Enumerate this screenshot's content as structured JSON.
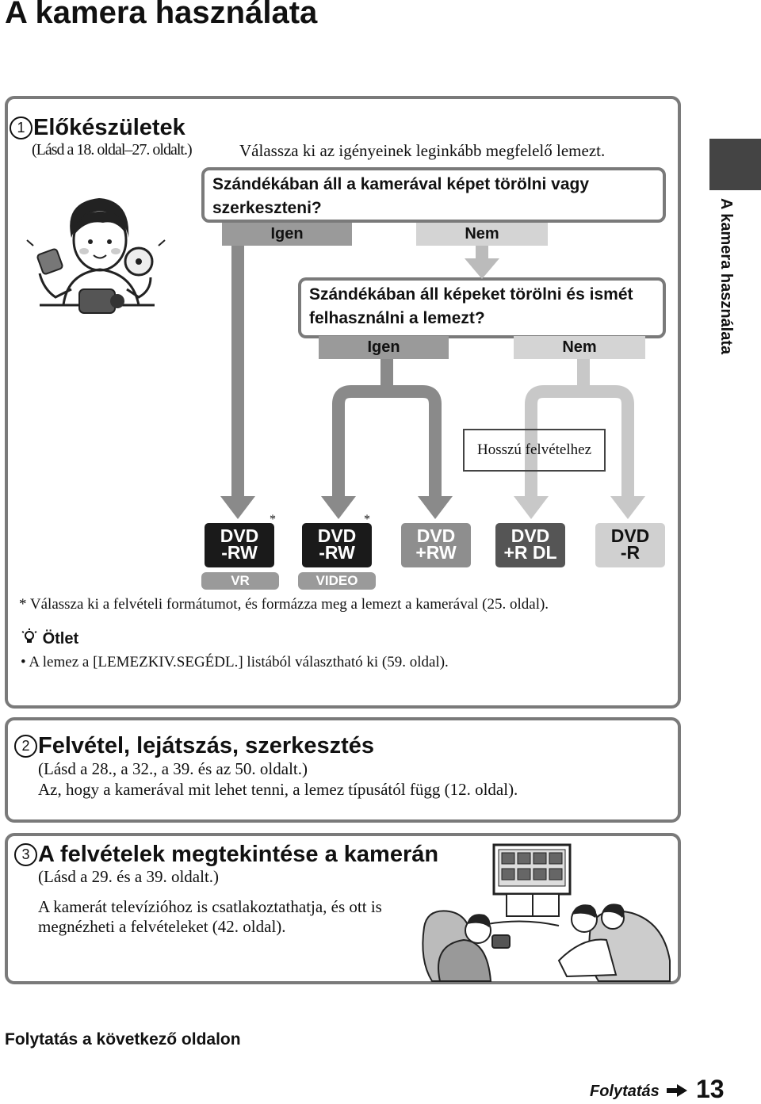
{
  "page": {
    "title": "A kamera használata",
    "side_label": "A kamera használata",
    "footer_left": "Folytatás a következő oldalon",
    "footer_right": "Folytatás",
    "page_number": "13"
  },
  "section1": {
    "number": "1",
    "title": "Előkészületek",
    "ref": "(Lásd a 18. oldal–27. oldalt.)",
    "intro": "Válassza ki az igényeinek leginkább megfelelő lemezt.",
    "q1_line1": "Szándékában áll a kamerával képet törölni vagy",
    "q1_line2": "szerkeszteni?",
    "q1_yes": "Igen",
    "q1_no": "Nem",
    "q2_line1": "Szándékában áll képeket törölni és ismét",
    "q2_line2": "felhasználni a lemezt?",
    "q2_yes": "Igen",
    "q2_no": "Nem",
    "long_rec": "Hosszú felvételhez",
    "discs": [
      {
        "top": "DVD",
        "bottom": "-RW",
        "format": "VR",
        "star": "*"
      },
      {
        "top": "DVD",
        "bottom": "-RW",
        "format": "VIDEO",
        "star": "*"
      },
      {
        "top": "DVD",
        "bottom": "+RW"
      },
      {
        "top": "DVD",
        "bottom": "+R DL"
      },
      {
        "top": "DVD",
        "bottom": "-R"
      }
    ],
    "footnote": "* Válassza ki a felvételi formátumot, és formázza meg a lemezt a kamerával (25. oldal).",
    "tip_title": "Ötlet",
    "tip_text": "• A lemez a [LEMEZKIV.SEGÉDL.] listából választható ki (59. oldal)."
  },
  "section2": {
    "number": "2",
    "title": "Felvétel, lejátszás, szerkesztés",
    "ref": "(Lásd a 28., a 32., a 39. és az 50. oldalt.)",
    "text": "Az, hogy a kamerával mit lehet tenni, a lemez típusától függ (12. oldal)."
  },
  "section3": {
    "number": "3",
    "title": "A felvételek megtekintése a kamerán",
    "ref": "(Lásd a 29. és a 39. oldalt.)",
    "text_line1": "A kamerát televízióhoz is csatlakoztathatja, és ott is",
    "text_line2": "megnézheti a felvételeket (42. oldal)."
  }
}
